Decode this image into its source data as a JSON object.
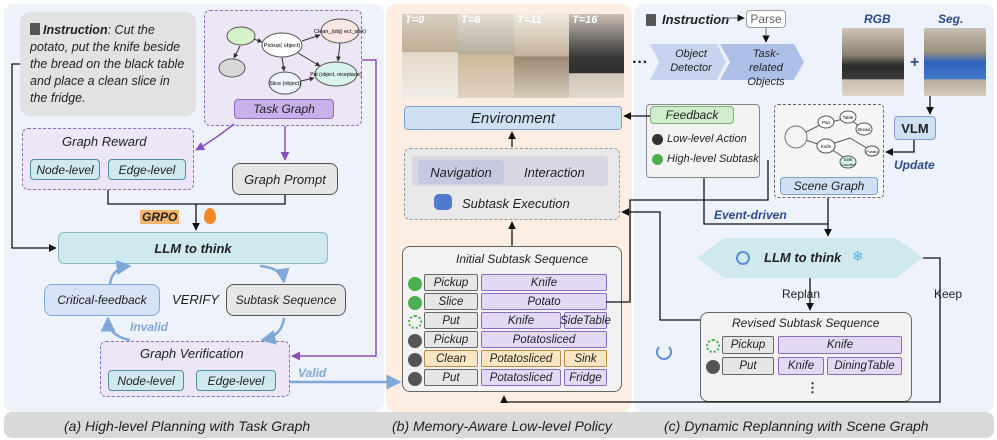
{
  "panel_a": {
    "instruction_label": "Instruction",
    "instruction_text": ": Cut the potato, put the knife beside the bread on the black table and place a clean slice in the fridge.",
    "task_graph_label": "Task Graph",
    "task_graph_nodes": [
      "Pickup( object)",
      "Clean_(obj) ect_sink)",
      "Slice (object)",
      "Put (object, receptacle)"
    ],
    "graph_reward_title": "Graph Reward",
    "node_level": "Node-level",
    "edge_level": "Edge-level",
    "graph_prompt": "Graph Prompt",
    "grpo": "GRPO",
    "llm_to_think": "LLM to think",
    "critical_feedback": "Critical-feedback",
    "verify": "VERIFY",
    "subtask_sequence": "Subtask Sequence",
    "invalid": "Invalid",
    "graph_verification_title": "Graph Verification",
    "valid": "Valid",
    "caption": "(a) High-level Planning with Task Graph"
  },
  "panel_b": {
    "timesteps": [
      "T=0",
      "T=6",
      "T=11",
      "T=16"
    ],
    "environment": "Environment",
    "navigation": "Navigation",
    "interaction": "Interaction",
    "subtask_execution": "Subtask Execution",
    "initial_sequence_title": "Initial Subtask Sequence",
    "rows": [
      {
        "status": "done",
        "action": "Pickup",
        "args": [
          "Knife"
        ]
      },
      {
        "status": "done",
        "action": "Slice",
        "args": [
          "Potato"
        ]
      },
      {
        "status": "running",
        "action": "Put",
        "args": [
          "Knife",
          "SideTable"
        ]
      },
      {
        "status": "pending",
        "action": "Pickup",
        "args": [
          "Potatosliced"
        ]
      },
      {
        "status": "pending",
        "action": "Clean",
        "args": [
          "Potatosliced",
          "Sink"
        ]
      },
      {
        "status": "pending",
        "action": "Put",
        "args": [
          "Potatosliced",
          "Fridge"
        ]
      }
    ],
    "caption": "(b) Memory-Aware Low-level Policy"
  },
  "panel_c": {
    "instruction_label": "Instruction",
    "parse": "Parse",
    "ellipsis": "···",
    "object_detector": "Object Detector",
    "task_related_objects": "Task-related Objects",
    "rgb": "RGB",
    "seg": "Seg.",
    "plus": "+",
    "vlm": "VLM",
    "update": "Update",
    "feedback_title": "Feedback",
    "low_level_action": "Low-level Action",
    "high_level_subtask": "High-level Subtask",
    "scene_graph_label": "Scene Graph",
    "scene_graph_nodes": [
      "Pan",
      "Table",
      "Bread",
      "Knife",
      "Potato",
      "Sink",
      "Counter"
    ],
    "event_driven": "Event-driven",
    "llm_to_think": "LLM to think",
    "replan": "Replan",
    "keep": "Keep",
    "revised_title": "Revised Subtask Sequence",
    "revised_rows": [
      {
        "status": "running",
        "action": "Pickup",
        "args": [
          "Knife"
        ]
      },
      {
        "status": "pending",
        "action": "Put",
        "args": [
          "Knife",
          "DiningTable"
        ]
      }
    ],
    "vdots": "⋮",
    "caption": "(c) Dynamic Replanning with Scene Graph"
  },
  "colors": {
    "panel_a_bg": "#eef2fb",
    "panel_b_bg": "#fdeee4",
    "panel_c_bg": "#eef2fb",
    "caption_bg": "#d9d9d9",
    "purple_arrow": "#8a4fbf",
    "blue_arrow": "#7fa8d8",
    "green_check": "#4caf50",
    "orange_grpo": "#e07a12"
  }
}
